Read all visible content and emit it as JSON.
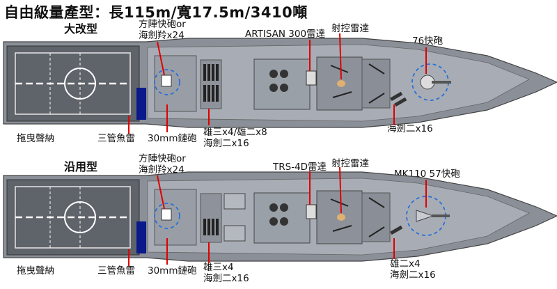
{
  "title": "自由級量產型：長115m/寬17.5m/3410噸",
  "ships": [
    {
      "variant": "大改型",
      "labels": {
        "ciws_line1": "方陣快砲or",
        "ciws_line2": "海劍羚x24",
        "radar": "ARTISAN 300雷達",
        "fire_control": "射控雷達",
        "main_gun": "76快砲",
        "towed_sonar": "拖曳聲納",
        "torpedo": "三管魚雷",
        "chain_gun": "30mm鏈砲",
        "missiles_line1": "雄三x4/雄二x8",
        "missiles_line2": "海劍二x16",
        "sea_sword": "海劍二x16"
      }
    },
    {
      "variant": "沿用型",
      "labels": {
        "ciws_line1": "方陣快砲or",
        "ciws_line2": "海劍羚x24",
        "radar": "TRS-4D雷達",
        "fire_control": "射控雷達",
        "main_gun": "MK110 57快砲",
        "towed_sonar": "拖曳聲納",
        "torpedo": "三管魚雷",
        "chain_gun": "30mm鏈砲",
        "missiles_line1": "雄三x4",
        "missiles_line2": "海劍二x16",
        "sea_sword_line1": "雄二x4",
        "sea_sword_line2": "海劍二x16"
      }
    }
  ],
  "colors": {
    "hull": "#8a8f98",
    "deck": "#a8adb5",
    "helideck": "#5f636a",
    "highlight": "#2a6fd6",
    "pointer": "#e00000"
  }
}
